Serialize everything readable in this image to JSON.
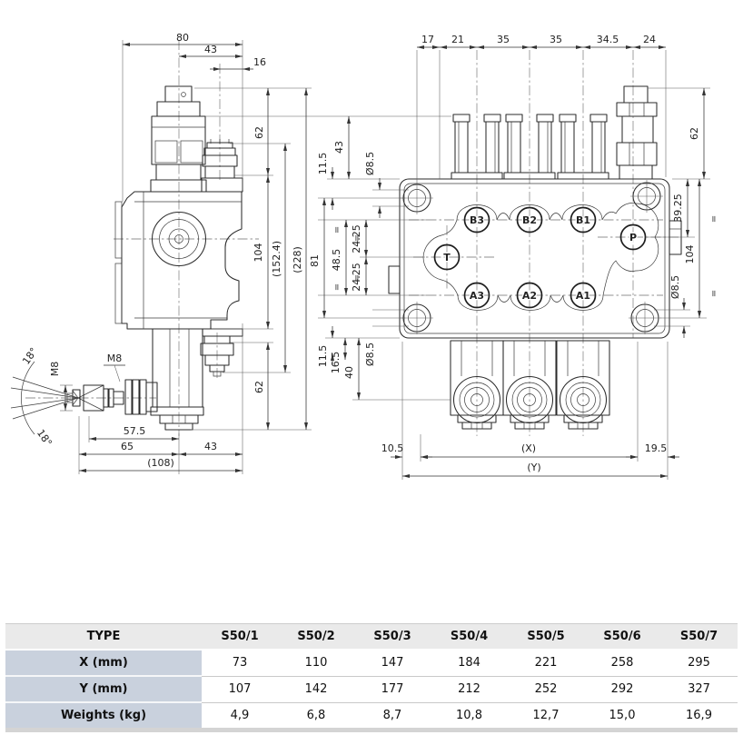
{
  "drawing": {
    "side_view": {
      "dims": {
        "top_width": "80",
        "top_width_inner": "43",
        "top_offset": "16",
        "upper_height": "62",
        "mid_height": "104",
        "ref_height": "(152.4)",
        "total_height": "(228)",
        "lower_height": "62",
        "lever_len": "57.5",
        "base_left": "65",
        "base_right": "43",
        "base_total": "(108)"
      },
      "labels": {
        "angle_up": "18°",
        "angle_down": "18°",
        "thread_vert": "M8",
        "thread_horiz": "M8"
      }
    },
    "front_view": {
      "top_dims": [
        "17",
        "21",
        "35",
        "35",
        "34.5",
        "24"
      ],
      "right_dims": {
        "upper": "62",
        "port_offset": "39.25",
        "height": "104",
        "hole_dia": "Ø8.5",
        "eq": "="
      },
      "left_dims": {
        "edge_top": "11.5",
        "upper": "43",
        "hole_dia_top": "Ø8.5",
        "hole_span": "81",
        "port_span": "48.5",
        "port_pitch_a": "24.25",
        "port_pitch_b": "24.25",
        "edge_bottom": "11.5",
        "cap_offset": "16.5",
        "cap_center": "40",
        "hole_dia_bottom": "Ø8.5",
        "eq": "="
      },
      "bottom_dims": {
        "left_margin": "10.5",
        "x_ref": "(X)",
        "right_margin": "19.5",
        "y_ref": "(Y)"
      },
      "ports": {
        "b3": "B3",
        "b2": "B2",
        "b1": "B1",
        "t": "T",
        "p": "P",
        "a3": "A3",
        "a2": "A2",
        "a1": "A1"
      }
    }
  },
  "table": {
    "header_label": "TYPE",
    "types": [
      "S50/1",
      "S50/2",
      "S50/3",
      "S50/4",
      "S50/5",
      "S50/6",
      "S50/7"
    ],
    "rows": [
      {
        "label": "X (mm)",
        "values": [
          "73",
          "110",
          "147",
          "184",
          "221",
          "258",
          "295"
        ]
      },
      {
        "label": "Y (mm)",
        "values": [
          "107",
          "142",
          "177",
          "212",
          "252",
          "292",
          "327"
        ]
      },
      {
        "label": "Weights (kg)",
        "values": [
          "4,9",
          "6,8",
          "8,7",
          "10,8",
          "12,7",
          "15,0",
          "16,9"
        ]
      }
    ]
  }
}
